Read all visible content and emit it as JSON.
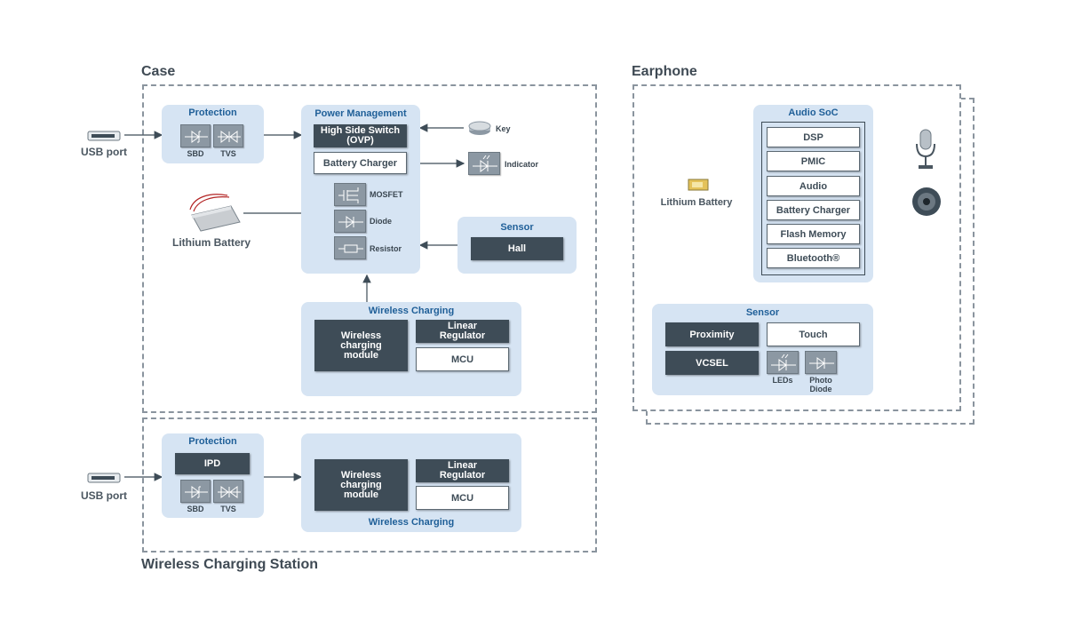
{
  "case": {
    "title": "Case",
    "usb_port": "USB port",
    "protection": {
      "title": "Protection",
      "sbd": "SBD",
      "tvs": "TVS"
    },
    "power_management": {
      "title": "Power Management",
      "high_side_switch": "High Side Switch (OVP)",
      "battery_charger": "Battery Charger",
      "mosfet": "MOSFET",
      "diode": "Diode",
      "resistor": "Resistor"
    },
    "key": "Key",
    "indicator": "Indicator",
    "lithium_battery": "Lithium Battery",
    "sensor": {
      "title": "Sensor",
      "hall": "Hall"
    },
    "wireless_charging": {
      "title": "Wireless Charging",
      "module": "Wireless charging module",
      "linear_regulator": "Linear Regulator",
      "mcu": "MCU"
    }
  },
  "station": {
    "title": "Wireless Charging Station",
    "usb_port": "USB port",
    "protection": {
      "title": "Protection",
      "ipd": "IPD",
      "sbd": "SBD",
      "tvs": "TVS"
    },
    "wireless_charging": {
      "title": "Wireless Charging",
      "module": "Wireless charging module",
      "linear_regulator": "Linear Regulator",
      "mcu": "MCU"
    }
  },
  "earphone": {
    "title": "Earphone",
    "lithium_battery": "Lithium Battery",
    "audio_soc": {
      "title": "Audio SoC",
      "dsp": "DSP",
      "pmic": "PMIC",
      "audio": "Audio",
      "battery_charger": "Battery Charger",
      "flash_memory": "Flash Memory",
      "bluetooth": "Bluetooth®"
    },
    "sensor": {
      "title": "Sensor",
      "proximity": "Proximity",
      "touch": "Touch",
      "vcsel": "VCSEL",
      "leds": "LEDs",
      "photo_diode": "Photo Diode"
    }
  },
  "colors": {
    "panel_bg": "#d6e4f3",
    "panel_title": "#1f5f98",
    "dark_block": "#3e4c57",
    "dashed_border": "#8a949e"
  }
}
